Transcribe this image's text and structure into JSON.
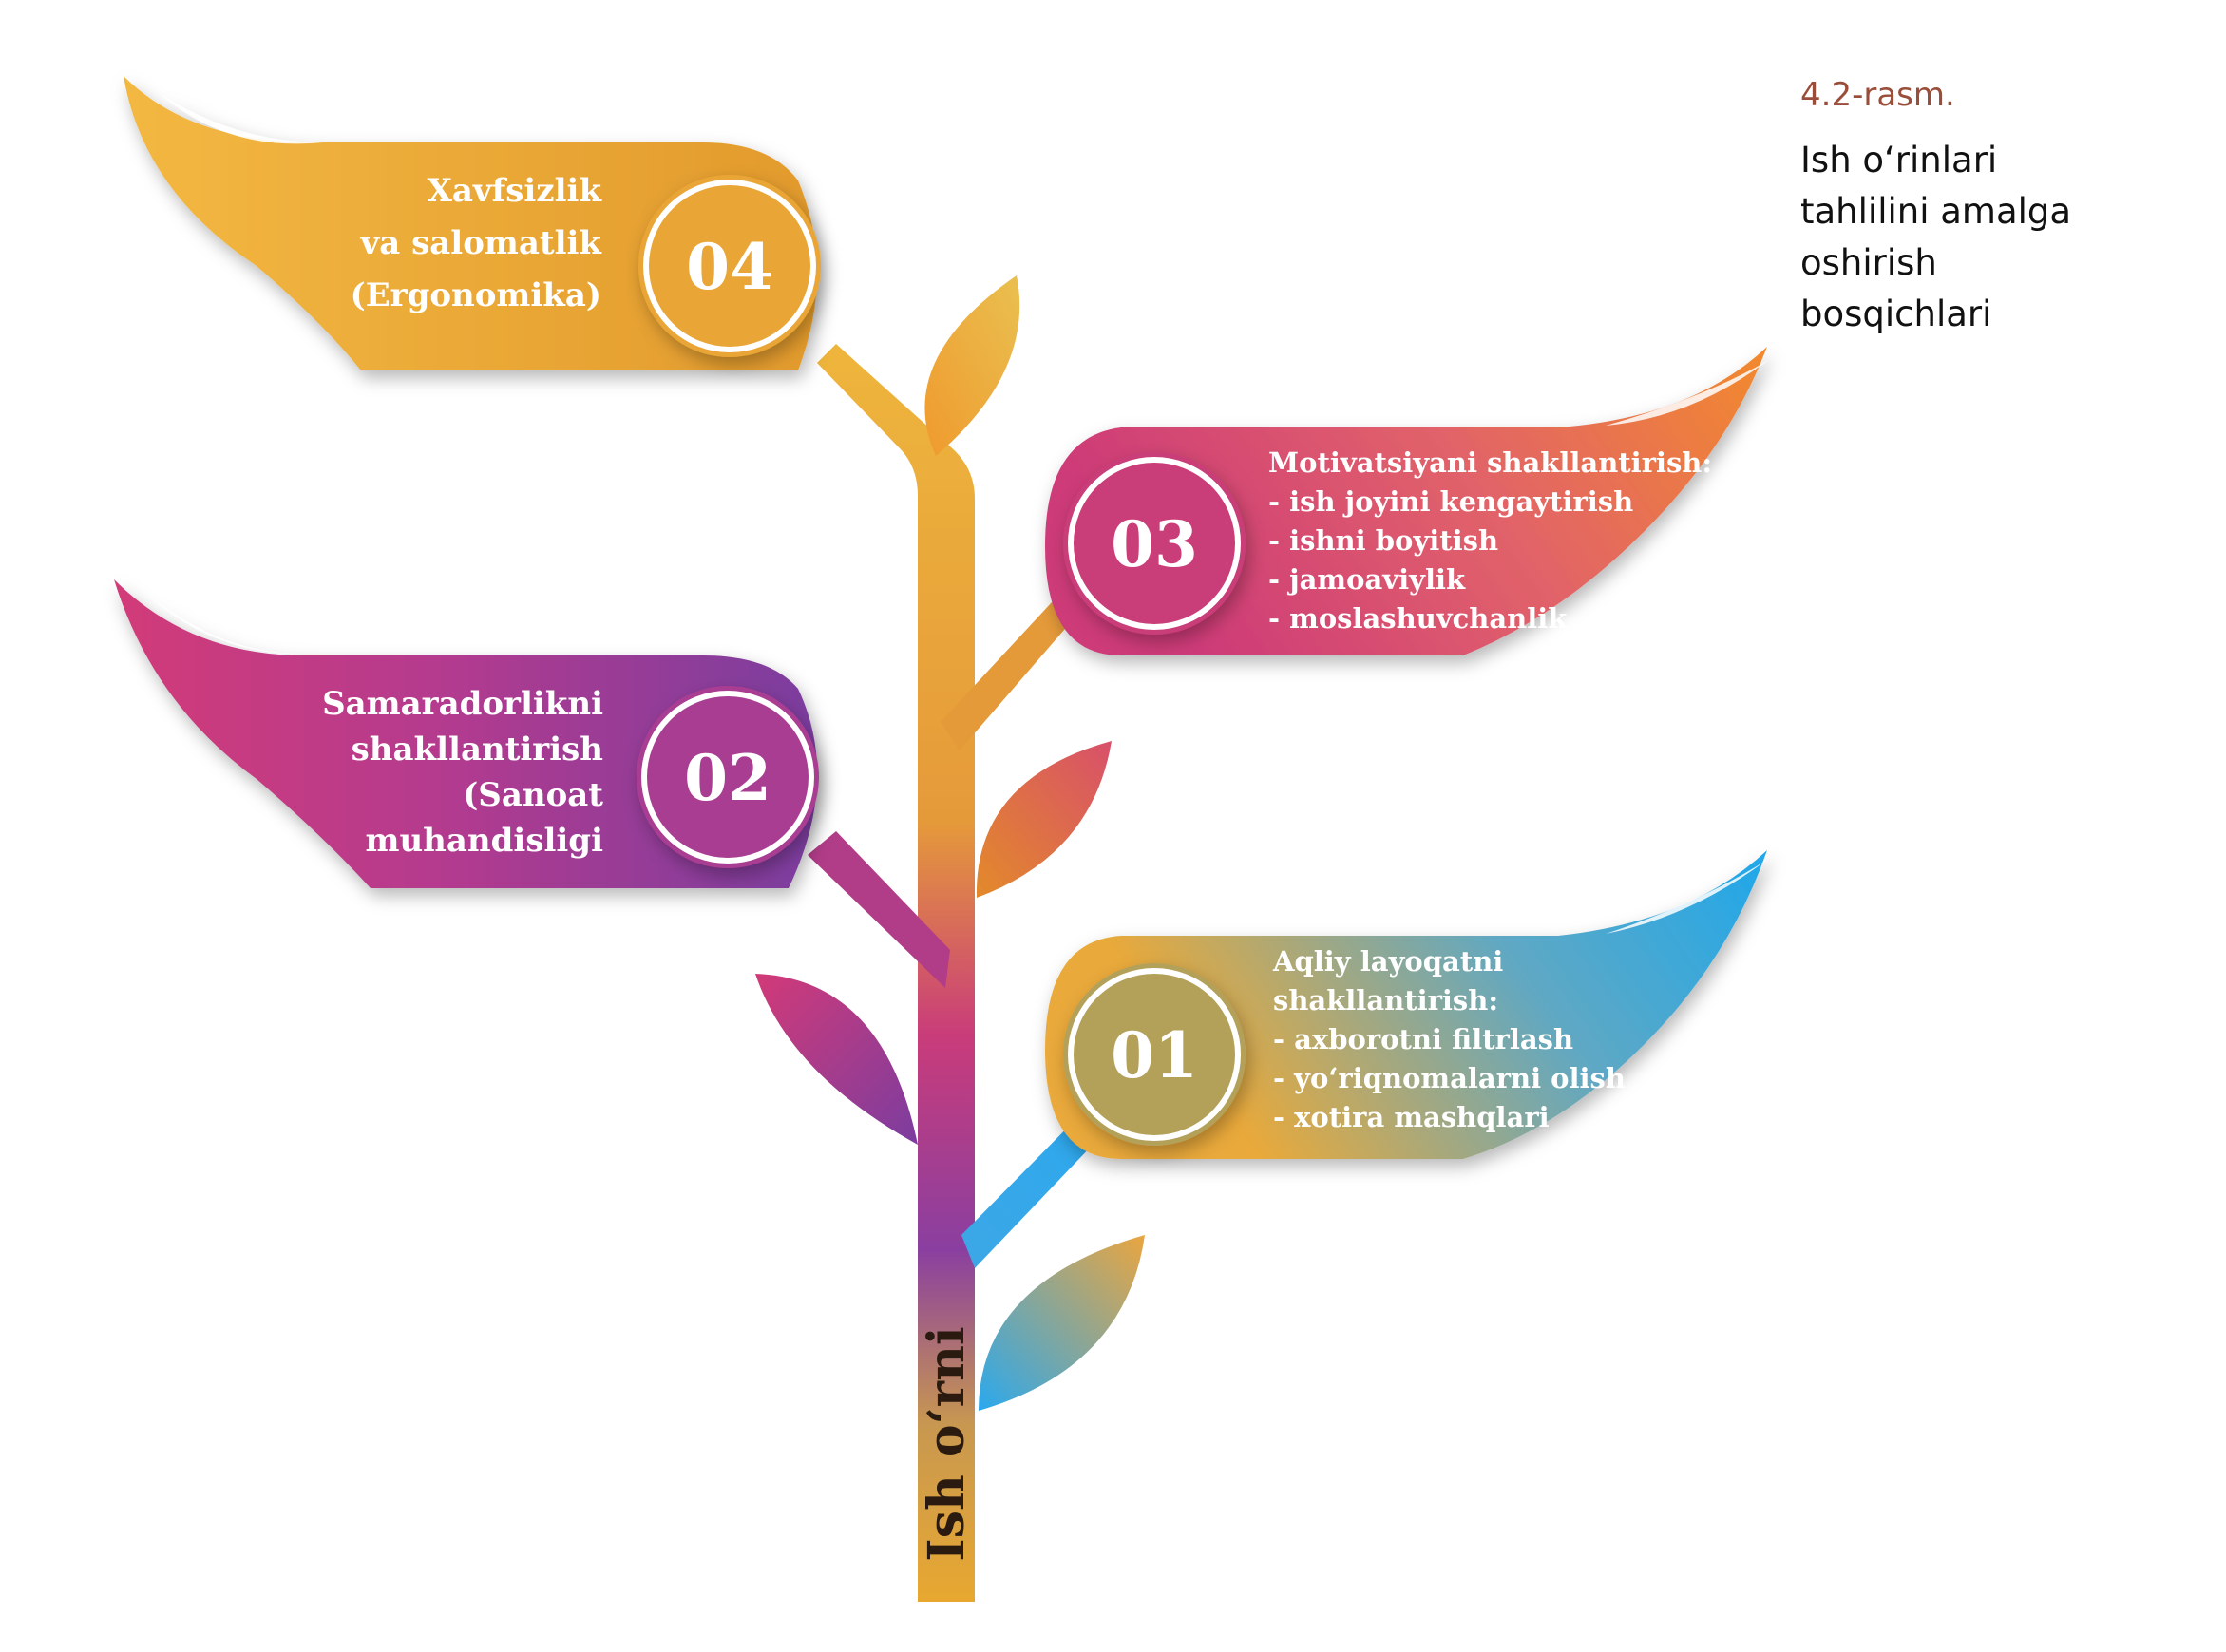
{
  "caption": {
    "number": "4.2-rasm.",
    "text": "Ish o‘rinlari\ntahlilini amalga\noshirish\nbosqichlari"
  },
  "stem": {
    "label": "Ish o‘rni"
  },
  "stages": [
    {
      "number": "01",
      "lines": [
        "Aqliy layoqatni",
        "shakllantirish:",
        "- axborotni filtrlash",
        "- yo‘riqnomalarni olish",
        "- xotira mashqlari"
      ],
      "colors": {
        "start": "#e7a83a",
        "mid": "#5aa9c9",
        "end": "#1aa5ee"
      }
    },
    {
      "number": "02",
      "lines": [
        "Samaradorlikni",
        "shakllantirish",
        "(Sanoat",
        "muhandisligi"
      ],
      "colors": {
        "start": "#7a3e9e",
        "mid": "#b23c8e",
        "end": "#cf3a7a"
      }
    },
    {
      "number": "03",
      "lines": [
        "Motivatsiyani shakllantirish:",
        "- ish joyini kengaytirish",
        "- ishni boyitish",
        "- jamoaviylik",
        "- moslashuvchanlik"
      ],
      "colors": {
        "start": "#c93a78",
        "mid": "#e0606a",
        "end": "#f08a30"
      }
    },
    {
      "number": "04",
      "lines": [
        "Xavfsizlik",
        "va salomatlik",
        "(Ergonomika)"
      ],
      "colors": {
        "start": "#f1b340",
        "mid": "#eaa535",
        "end": "#e29a2c"
      }
    }
  ]
}
